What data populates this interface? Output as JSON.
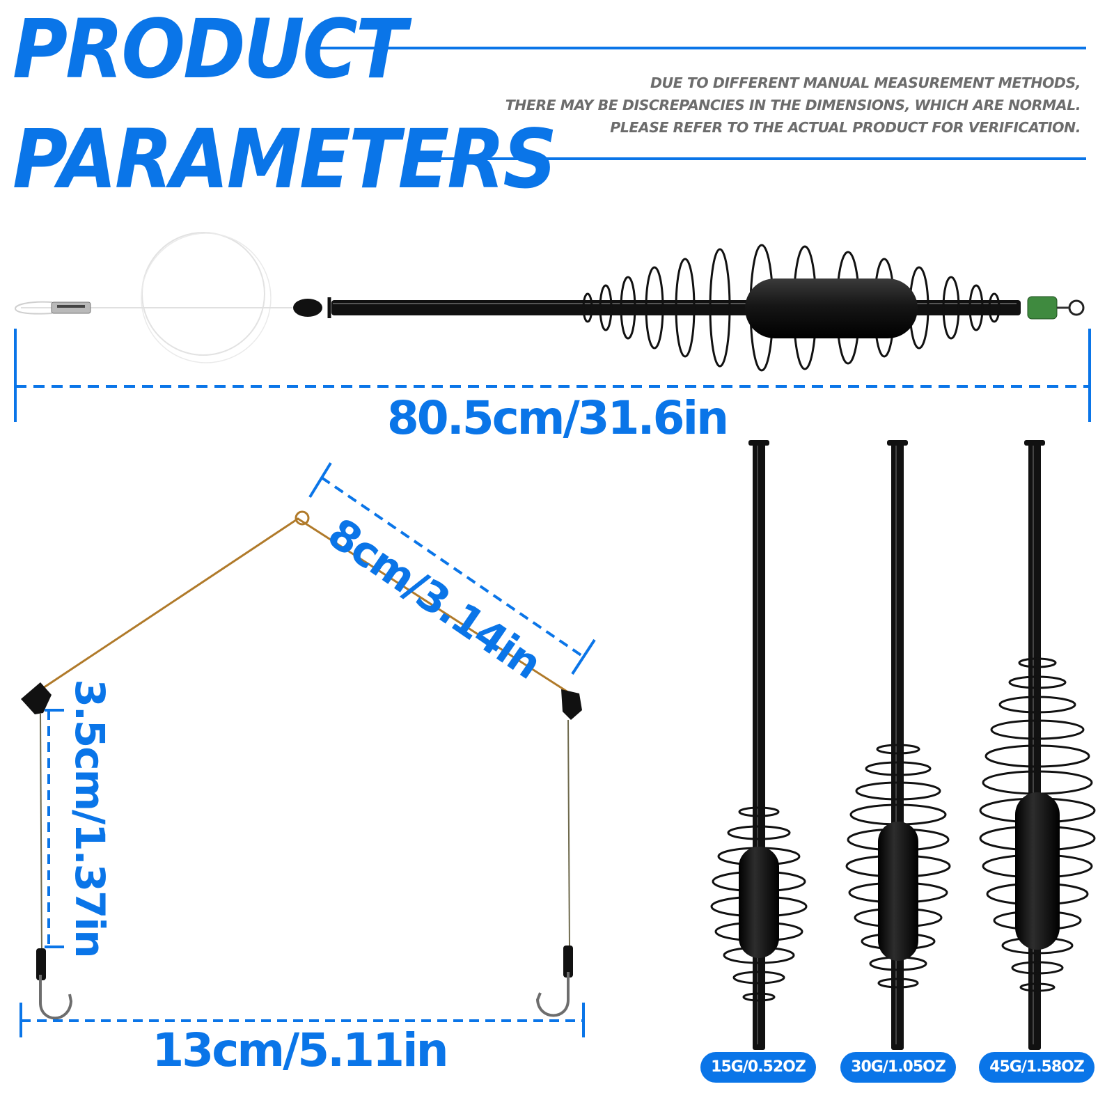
{
  "header": {
    "title_line1": "PRODUCT",
    "title_line2": "PARAMETERS",
    "note_line1": "DUE TO DIFFERENT MANUAL MEASUREMENT METHODS,",
    "note_line2": "THERE MAY BE DISCREPANCIES IN THE DIMENSIONS, WHICH ARE NORMAL.",
    "note_line3": "PLEASE REFER TO THE ACTUAL PRODUCT FOR VERIFICATION."
  },
  "dimensions": {
    "total_length": "80.5cm/31.6in",
    "arm_length": "8cm/3.14in",
    "drop_length": "3.5cm/1.37in",
    "hook_span": "13cm/5.11in"
  },
  "weights": [
    "15G/0.52OZ",
    "30G/1.05OZ",
    "45G/1.58OZ"
  ],
  "colors": {
    "accent": "#0a75e8",
    "note_gray": "#6c6c6c",
    "feeder_black": "#111111",
    "swivel_green": "#3f8a3f",
    "wire_bronze": "#b07a2a"
  }
}
